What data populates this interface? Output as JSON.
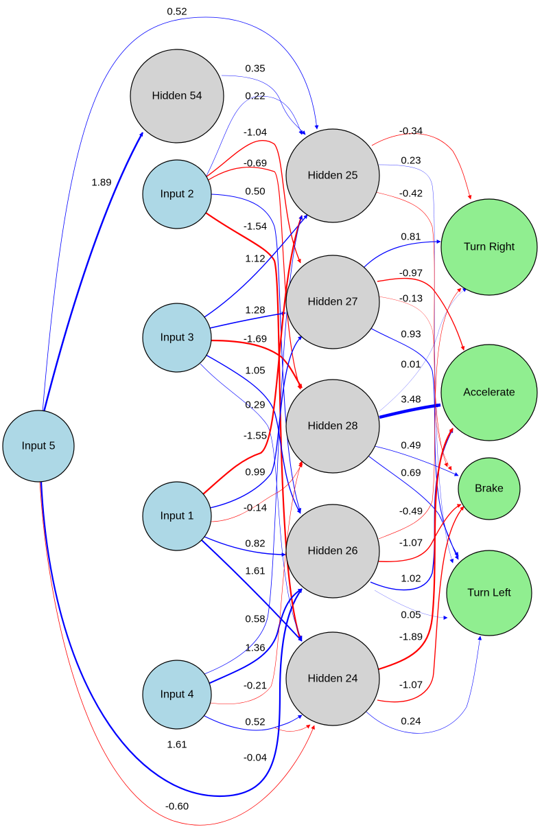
{
  "colors": {
    "input": "#add8e6",
    "hidden": "#d3d3d3",
    "output": "#90ee90",
    "positive": "#0000ff",
    "negative": "#ff0000"
  },
  "nodes": {
    "input5": {
      "label": "Input 5",
      "kind": "input"
    },
    "input2": {
      "label": "Input 2",
      "kind": "input"
    },
    "input3": {
      "label": "Input 3",
      "kind": "input"
    },
    "input1": {
      "label": "Input 1",
      "kind": "input"
    },
    "input4": {
      "label": "Input 4",
      "kind": "input"
    },
    "hidden54": {
      "label": "Hidden 54",
      "kind": "hidden"
    },
    "hidden25": {
      "label": "Hidden 25",
      "kind": "hidden"
    },
    "hidden27": {
      "label": "Hidden 27",
      "kind": "hidden"
    },
    "hidden28": {
      "label": "Hidden 28",
      "kind": "hidden"
    },
    "hidden26": {
      "label": "Hidden 26",
      "kind": "hidden"
    },
    "hidden24": {
      "label": "Hidden 24",
      "kind": "hidden"
    },
    "turn_right": {
      "label": "Turn Right",
      "kind": "output"
    },
    "accelerate": {
      "label": "Accelerate",
      "kind": "output"
    },
    "brake": {
      "label": "Brake",
      "kind": "output"
    },
    "turn_left": {
      "label": "Turn Left",
      "kind": "output"
    }
  },
  "edges": [
    {
      "id": "e_i5_h25",
      "from": "input5",
      "to": "hidden25",
      "weight": "0.52"
    },
    {
      "id": "e_i5_h54",
      "from": "input5",
      "to": "hidden54",
      "weight": "1.89"
    },
    {
      "id": "e_i5_h26",
      "from": "input5",
      "to": "hidden26",
      "weight": "1.61"
    },
    {
      "id": "e_i5_h24",
      "from": "input5",
      "to": "hidden24",
      "weight": "-0.60"
    },
    {
      "id": "e_h54_h25",
      "from": "hidden54",
      "to": "hidden25",
      "weight": "0.35"
    },
    {
      "id": "e_i2_h25",
      "from": "input2",
      "to": "hidden25",
      "weight": "0.22"
    },
    {
      "id": "e_i2_h27",
      "from": "input2",
      "to": "hidden27",
      "weight": "-1.04"
    },
    {
      "id": "e_i2_h28",
      "from": "input2",
      "to": "hidden28",
      "weight": "-0.69"
    },
    {
      "id": "e_i2_h26",
      "from": "input2",
      "to": "hidden26",
      "weight": "0.50"
    },
    {
      "id": "e_i2_h24",
      "from": "input2",
      "to": "hidden24",
      "weight": "-1.54"
    },
    {
      "id": "e_i3_h25",
      "from": "input3",
      "to": "hidden25",
      "weight": "1.12"
    },
    {
      "id": "e_i3_h27",
      "from": "input3",
      "to": "hidden27",
      "weight": "1.28"
    },
    {
      "id": "e_i3_h28",
      "from": "input3",
      "to": "hidden28",
      "weight": "-1.69"
    },
    {
      "id": "e_i3_h26",
      "from": "input3",
      "to": "hidden26",
      "weight": "1.05"
    },
    {
      "id": "e_i3_h24",
      "from": "input3",
      "to": "hidden24",
      "weight": "0.29"
    },
    {
      "id": "e_i1_h25",
      "from": "input1",
      "to": "hidden25",
      "weight": "-1.55"
    },
    {
      "id": "e_i1_h27",
      "from": "input1",
      "to": "hidden27",
      "weight": "0.99"
    },
    {
      "id": "e_i1_h28",
      "from": "input1",
      "to": "hidden28",
      "weight": "-0.14"
    },
    {
      "id": "e_i1_h26",
      "from": "input1",
      "to": "hidden26",
      "weight": "0.82"
    },
    {
      "id": "e_i1_h24",
      "from": "input1",
      "to": "hidden24",
      "weight": "1.61"
    },
    {
      "id": "e_i4_h25",
      "from": "input4",
      "to": "hidden25",
      "weight": "0.58"
    },
    {
      "id": "e_i4_h26",
      "from": "input4",
      "to": "hidden26",
      "weight": "1.36"
    },
    {
      "id": "e_i4_h28",
      "from": "input4",
      "to": "hidden28",
      "weight": "-0.21"
    },
    {
      "id": "e_i4_h24",
      "from": "input4",
      "to": "hidden24",
      "weight": "0.52"
    },
    {
      "id": "e_i4_h24b",
      "from": "input4",
      "to": "hidden24",
      "weight": "-0.04"
    },
    {
      "id": "e_h25_tr",
      "from": "hidden25",
      "to": "turn_right",
      "weight": "-0.34"
    },
    {
      "id": "e_h25_tl",
      "from": "hidden25",
      "to": "turn_left",
      "weight": "0.23"
    },
    {
      "id": "e_h25_br",
      "from": "hidden25",
      "to": "brake",
      "weight": "-0.42"
    },
    {
      "id": "e_h27_tr",
      "from": "hidden27",
      "to": "turn_right",
      "weight": "0.81"
    },
    {
      "id": "e_h27_ac",
      "from": "hidden27",
      "to": "accelerate",
      "weight": "-0.97"
    },
    {
      "id": "e_h27_br",
      "from": "hidden27",
      "to": "brake",
      "weight": "-0.13"
    },
    {
      "id": "e_h27_tl",
      "from": "hidden27",
      "to": "turn_left",
      "weight": "0.93"
    },
    {
      "id": "e_h28_tr",
      "from": "hidden28",
      "to": "turn_right",
      "weight": "0.01"
    },
    {
      "id": "e_h28_ac",
      "from": "hidden28",
      "to": "accelerate",
      "weight": "3.48"
    },
    {
      "id": "e_h28_br",
      "from": "hidden28",
      "to": "brake",
      "weight": "0.49"
    },
    {
      "id": "e_h28_tl",
      "from": "hidden28",
      "to": "turn_left",
      "weight": "0.69"
    },
    {
      "id": "e_h26_tr",
      "from": "hidden26",
      "to": "turn_right",
      "weight": "-0.49"
    },
    {
      "id": "e_h26_br",
      "from": "hidden26",
      "to": "brake",
      "weight": "-1.07"
    },
    {
      "id": "e_h26_ac",
      "from": "hidden26",
      "to": "accelerate",
      "weight": "1.02"
    },
    {
      "id": "e_h26_tl",
      "from": "hidden26",
      "to": "turn_left",
      "weight": "0.05"
    },
    {
      "id": "e_h24_ac",
      "from": "hidden24",
      "to": "accelerate",
      "weight": "-1.89"
    },
    {
      "id": "e_h24_br",
      "from": "hidden24",
      "to": "brake",
      "weight": "-1.07"
    },
    {
      "id": "e_h24_tl",
      "from": "hidden24",
      "to": "turn_left",
      "weight": "0.24"
    }
  ]
}
